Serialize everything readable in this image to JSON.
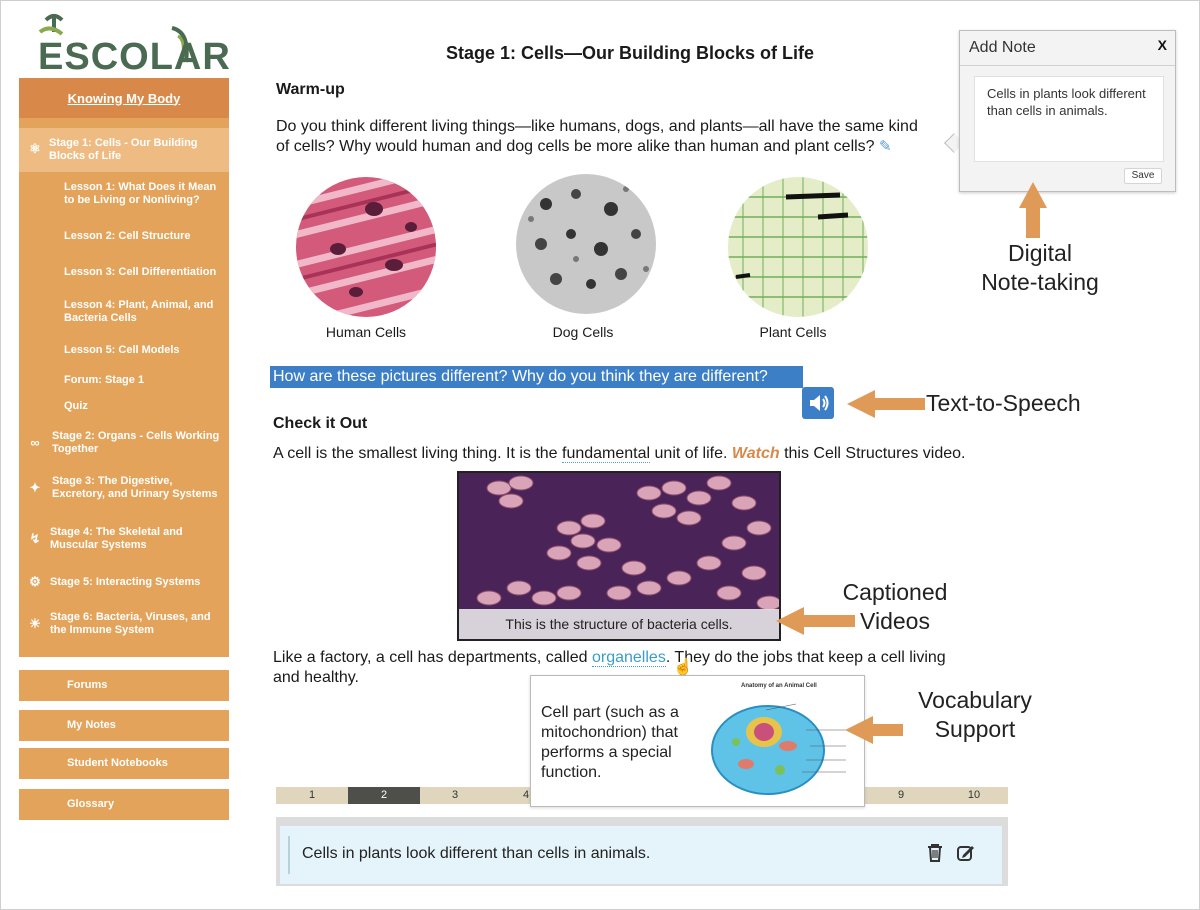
{
  "app": {
    "logo_text": "ESCOLAR"
  },
  "sidebar": {
    "header": "Knowing My Body",
    "items": [
      {
        "label": "Stage 1: Cells - Our Building Blocks of Life",
        "icon": "microscope-icon"
      },
      {
        "label": "Lesson 1: What Does it Mean to be Living or Nonliving?"
      },
      {
        "label": "Lesson 2: Cell Structure"
      },
      {
        "label": "Lesson 3: Cell Differentiation"
      },
      {
        "label": "Lesson 4: Plant, Animal, and Bacteria Cells"
      },
      {
        "label": "Lesson 5: Cell Models"
      },
      {
        "label": "Forum: Stage 1"
      },
      {
        "label": "Quiz"
      },
      {
        "label": "Stage 2: Organs - Cells Working Together",
        "icon": "link-icon"
      },
      {
        "label": "Stage 3: The Digestive, Excretory, and Urinary Systems",
        "icon": "body-icon"
      },
      {
        "label": "Stage 4: The Skeletal and Muscular Systems",
        "icon": "arm-icon"
      },
      {
        "label": "Stage 5: Interacting Systems",
        "icon": "gears-icon"
      },
      {
        "label": "Stage 6: Bacteria, Viruses, and the Immune System",
        "icon": "virus-icon"
      }
    ],
    "buttons": [
      "Forums",
      "My Notes",
      "Student Notebooks",
      "Glossary"
    ]
  },
  "main": {
    "title": "Stage 1: Cells—Our Building Blocks of Life",
    "warmup_heading": "Warm-up",
    "warmup_text_1": "Do you think different living things—like humans, dogs, and plants—all have the same kind",
    "warmup_text_2": "of cells? Why would human and dog cells be more alike than human and plant cells?",
    "images": [
      {
        "caption": "Human Cells"
      },
      {
        "caption": "Dog Cells"
      },
      {
        "caption": "Plant Cells"
      }
    ],
    "highlight_question": "How are these pictures different? Why do you think they are different?",
    "check_heading": "Check it Out",
    "check_text_pre": "A cell is the smallest living thing. It is the ",
    "check_text_word": "fundamental",
    "check_text_mid": " unit of life. ",
    "check_text_watch": "Watch",
    "check_text_post": " this Cell Structures video.",
    "video_caption": "This is the structure of bacteria cells.",
    "factory_pre": "Like a factory, a cell has departments, called ",
    "factory_word": "organelles",
    "factory_post": ". They do the jobs that keep a cell living",
    "factory_line2": "and healthy."
  },
  "add_note": {
    "title": "Add Note",
    "close": "X",
    "text": "Cells in plants look different than cells in animals.",
    "save": "Save"
  },
  "annotations": {
    "note_taking_1": "Digital",
    "note_taking_2": "Note-taking",
    "tts": "Text-to-Speech",
    "captions_1": "Captioned",
    "captions_2": "Videos",
    "vocab_1": "Vocabulary",
    "vocab_2": "Support"
  },
  "vocab_popup": {
    "definition": "Cell part (such as a mitochondrion) that performs a special function.",
    "diagram_title": "Anatomy of an Animal Cell"
  },
  "pagination": {
    "pages": [
      "1",
      "2",
      "3",
      "4",
      "9",
      "10"
    ],
    "active": "2"
  },
  "notes": {
    "saved_note": "Cells in plants look different than cells in animals."
  },
  "colors": {
    "sidebar": "#e4a35a",
    "sidebar_header": "#d8894a",
    "highlight": "#3d7fc6",
    "arrow": "#e09a58",
    "logo": "#4a6a52"
  }
}
